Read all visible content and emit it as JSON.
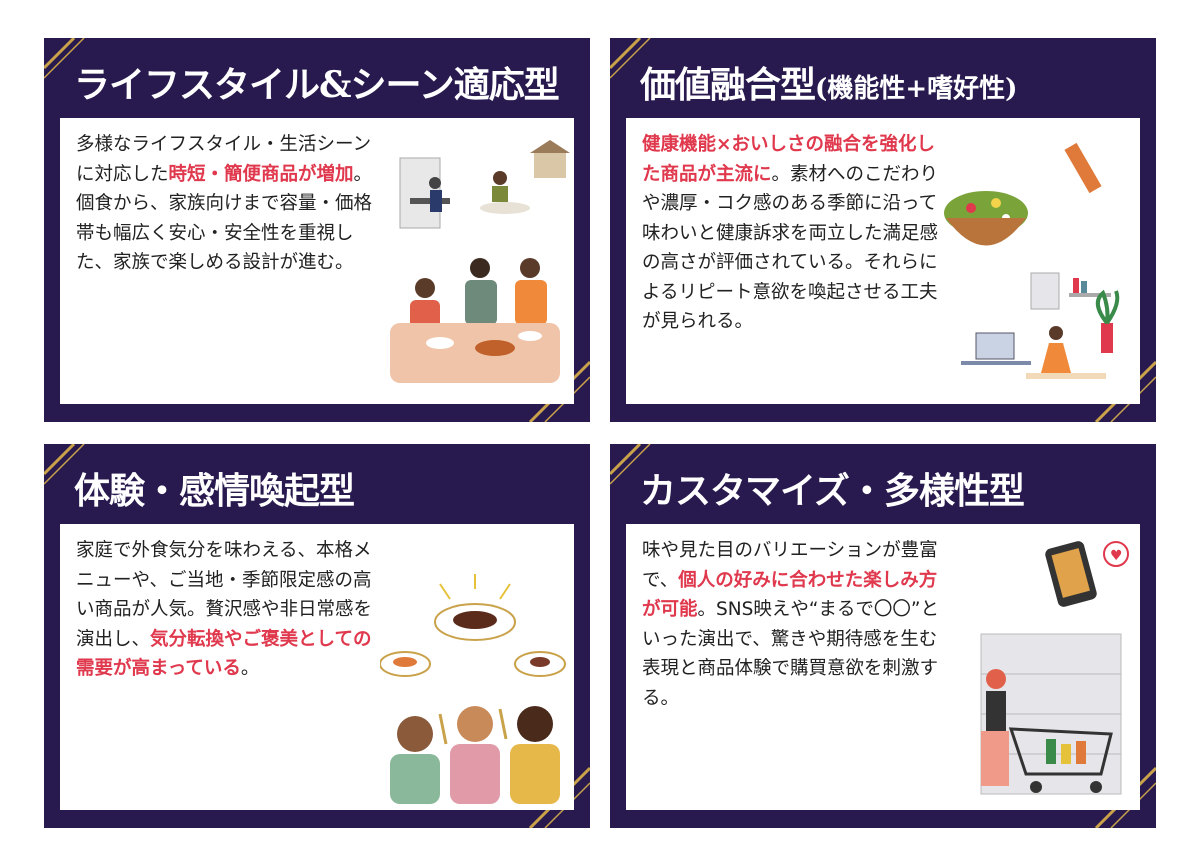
{
  "colors": {
    "card_bg": "#281a4f",
    "accent": "#e0384d",
    "gold": "#c9a24a"
  },
  "cards": [
    {
      "title": "ライフスタイル&シーン適応型",
      "subtitle": "",
      "body": {
        "p1": "多様なライフスタイル・生活シーンに対応した",
        "hl": "時短・簡便商品が増加",
        "p2": "。個食から、家族向けまで容量・価格帯も幅広く安心・安全性を重視した、家族で楽しめる設計が進む。"
      },
      "illustration": "family-dining-and-remote-work-icon"
    },
    {
      "title": "価値融合型",
      "subtitle": "(機能性+嗜好性)",
      "body": {
        "hl": "健康機能×おいしさの融合を強化した商品が主流に",
        "p2": "。素材へのこだわりや濃厚・コク感のある季節に沿って味わいと健康訴求を両立した満足感の高さが評価されている。それらによるリピート意欲を喚起させる工夫が見られる。"
      },
      "illustration": "salad-and-yoga-icon"
    },
    {
      "title": "体験・感情喚起型",
      "subtitle": "",
      "body": {
        "p1": "家庭で外食気分を味わえる、本格メニューや、ご当地・季節限定感の高い商品が人気。贅沢感や非日常感を演出し、",
        "hl": "気分転換やご褒美としての需要が高まっている",
        "p2": "。"
      },
      "illustration": "women-toasting-gourmet-icon"
    },
    {
      "title": "カスタマイズ・多様性型",
      "subtitle": "",
      "body": {
        "p1": "味や見た目のバリエーションが豊富で、",
        "hl": "個人の好みに合わせた楽しみ方が可能",
        "p2": "。SNS映えや“まるで〇〇”といった演出で、驚きや期待感を生む表現と商品体験で購買意欲を刺激する。"
      },
      "illustration": "shopping-cart-smartphone-icon"
    }
  ]
}
